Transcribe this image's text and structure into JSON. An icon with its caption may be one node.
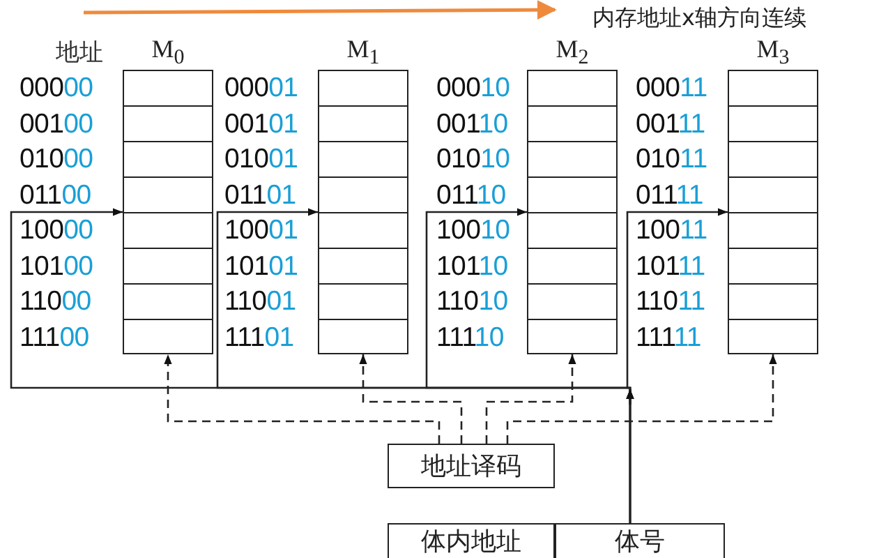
{
  "diagram": {
    "nodes": [
      {
        "text": [
          "M$_{0}$"
        ]
      },
      {
        "text": [
          "M$_{1}$"
        ]
      },
      {
        "text": [
          "M$_{2}$"
        ]
      },
      {
        "text": [
          "M$_{3}$"
        ]
      },
      {
        "text": [
          "地址译码"
        ]
      },
      {
        "text": [
          "体内地址"
        ]
      },
      {
        "text": [
          "体号"
        ]
      }
    ],
    "edges": [
      {
        "from": 6,
        "to": 0,
        "arrow": "to"
      },
      {
        "from": 6,
        "to": 1,
        "arrow": "to"
      },
      {
        "from": 6,
        "to": 2,
        "arrow": "to"
      },
      {
        "from": 6,
        "to": 3,
        "arrow": "to"
      },
      {
        "from": 4,
        "to": 0,
        "arrow": "to",
        "style": "dashed"
      },
      {
        "from": 4,
        "to": 1,
        "arrow": "to",
        "style": "dashed"
      },
      {
        "from": 4,
        "to": 2,
        "arrow": "to",
        "style": "dashed"
      },
      {
        "from": 4,
        "to": 3,
        "arrow": "to",
        "style": "dashed"
      }
    ],
    "labels": [
      "内存地址x轴方向连续",
      "地址",
      "00000",
      "00001",
      "00010",
      "00011",
      "00100",
      "00101",
      "00110",
      "00111",
      "01000",
      "01001",
      "01010",
      "01011",
      "01100",
      "01101",
      "01110",
      "01111",
      "10000",
      "10001",
      "10010",
      "10011",
      "10100",
      "10101",
      "10110",
      "10111",
      "11000",
      "11001",
      "11010",
      "11011",
      "11100",
      "11101",
      "11110",
      "11111"
    ]
  }
}
